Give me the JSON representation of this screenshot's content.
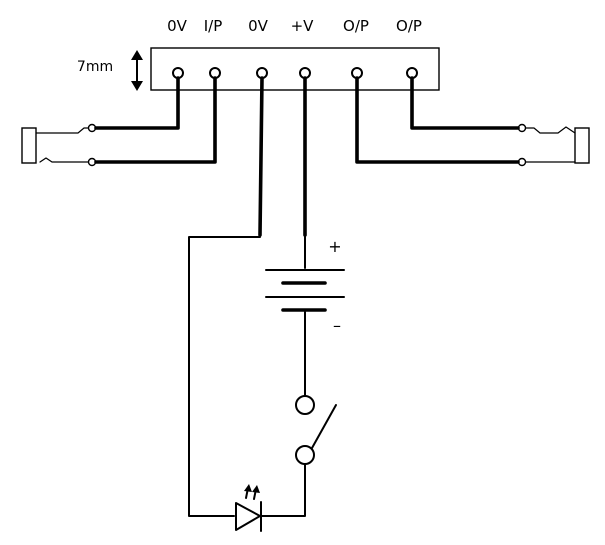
{
  "terminals": {
    "t1": "0V",
    "t2": "I/P",
    "t3": "0V",
    "t4": "+V",
    "t5": "O/P",
    "t6": "O/P"
  },
  "dimension": {
    "label": "7mm"
  },
  "battery": {
    "plus": "+",
    "minus": "–"
  },
  "icons": {
    "dimension_arrow": "double-arrow-vertical-icon",
    "jack": "audio-jack-icon",
    "battery": "battery-cell-icon",
    "switch": "spst-switch-icon",
    "led": "led-icon"
  }
}
